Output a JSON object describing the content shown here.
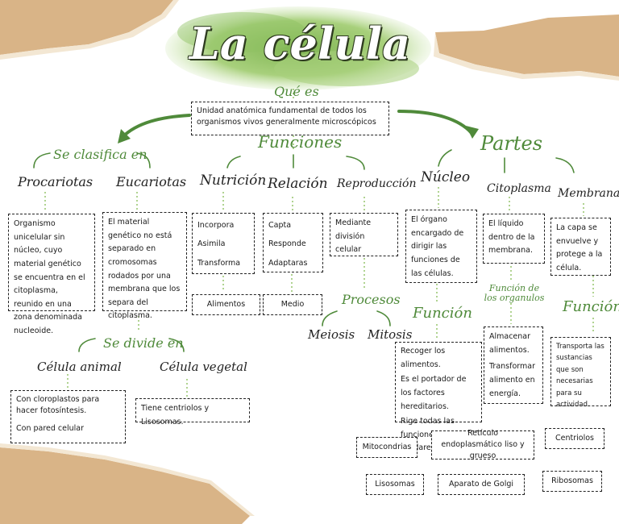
{
  "title": "La célula",
  "que_es": {
    "label": "Qué es",
    "text": "Unidad anatómica fundamental de todos los organismos vivos generalmente microscópicos"
  },
  "clasifica": {
    "label": "Se clasifica en",
    "procariotas": {
      "label": "Procariotas",
      "text": "Organismo unicelular sin núcleo, cuyo material genético se encuentra en el citoplasma, reunido en una zona denominada nucleoide."
    },
    "eucariotas": {
      "label": "Eucariotas",
      "text": "El material genético no está separado en cromosomas rodados por una membrana que los separa del citoplasma."
    },
    "divide": {
      "label": "Se divide en",
      "animal": {
        "label": "Célula animal",
        "items": [
          "Con cloroplastos para hacer fotosíntesis.",
          "Con pared celular"
        ]
      },
      "vegetal": {
        "label": "Célula vegetal",
        "text": "Tiene centriolos y Lisosomas."
      }
    }
  },
  "funciones": {
    "label": "Funciones",
    "nutricion": {
      "label": "Nutrición",
      "items": [
        "Incorpora",
        "Asimila",
        "Transforma"
      ],
      "result": "Alimentos"
    },
    "relacion": {
      "label": "Relación",
      "items": [
        "Capta",
        "Responde",
        "Adaptaras"
      ],
      "result": "Medio"
    },
    "reproduccion": {
      "label": "Reproducción",
      "text": "Mediante división celular",
      "procesos_label": "Procesos",
      "meiosis": "Meiosis",
      "mitosis": "Mitosis"
    }
  },
  "partes": {
    "label": "Partes",
    "nucleo": {
      "label": "Núcleo",
      "text": "El órgano encargado de dirigir las funciones de las células.",
      "funcion_label": "Función",
      "funciones": [
        "Recoger los alimentos.",
        "Es el portador de los factores hereditarios.",
        "Rige todas las funciones celulares."
      ]
    },
    "citoplasma": {
      "label": "Citoplasma",
      "text": "El líquido dentro de la membrana.",
      "funcion_label": "Función de los organulos",
      "funciones": [
        "Almacenar alimentos.",
        "Transformar alimento en energía."
      ]
    },
    "membrana": {
      "label": "Membrana",
      "text": "La capa se envuelve y protege a la célula.",
      "funcion_label": "Función",
      "funcion_text": "Transporta las sustancias que son necesarias para su actividad."
    },
    "organulos": [
      "Mitocondrias",
      "Retículo endoplasmático liso y grueso",
      "Centriolos",
      "Lisosomas",
      "Aparato de Golgi",
      "Ribosomas"
    ]
  },
  "colors": {
    "green": "#4f8a3a",
    "paper": "#d9b487",
    "watercolor": "#9cc96b"
  }
}
